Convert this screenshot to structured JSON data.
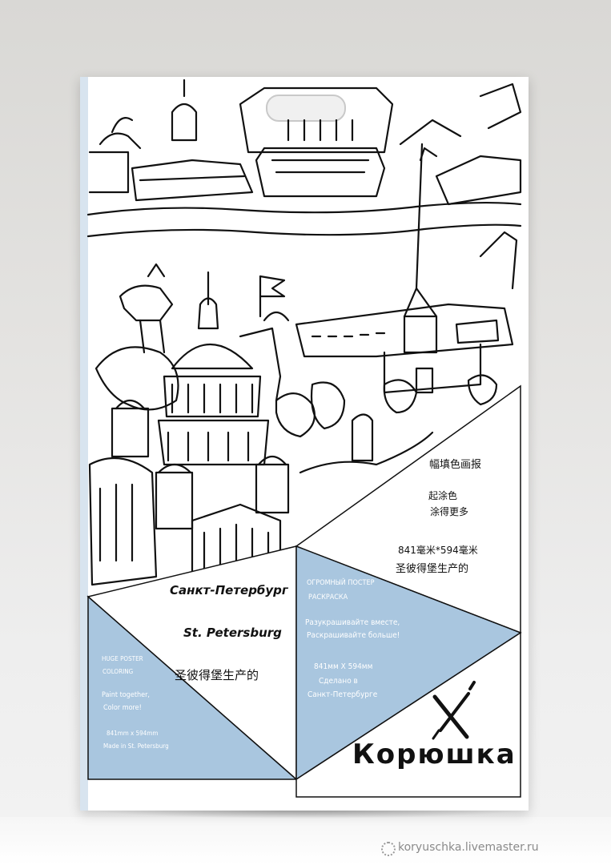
{
  "package": {
    "ru_city": "Санкт-Петербург",
    "en_city": "St. Petersburg",
    "cn_city": "圣彼得堡生产的",
    "cn_right": [
      "幅填色画报",
      "起涂色",
      "涂得更多",
      "841毫米*594毫米",
      "圣彼得堡生产的"
    ],
    "ru_blue": {
      "heading_1": "ОГРОМНЫЙ ПОСТЕР",
      "heading_2": "РАСКРАСКА",
      "paint_1": "Разукрашивайте вместе,",
      "paint_2": "Раскрашивайте больше!",
      "dims": "841мм Х 594мм",
      "made_1": "Сделано в",
      "made_2": "Санкт-Петербурге"
    },
    "en_blue": {
      "heading_1": "HUGE POSTER",
      "heading_2": "COLORING",
      "paint_1": "Paint together,",
      "paint_2": "Color more!",
      "dims": "841mm x 594mm",
      "made": "Made in St. Petersburg"
    },
    "brand": "Корюшка",
    "brand_icon": "crossed-pencil-brush-icon"
  },
  "watermark": "koryuschka.livemaster.ru",
  "colors": {
    "accent_blue": "#a9c6df",
    "line_art": "#111111",
    "background": "#e4e3e1"
  }
}
